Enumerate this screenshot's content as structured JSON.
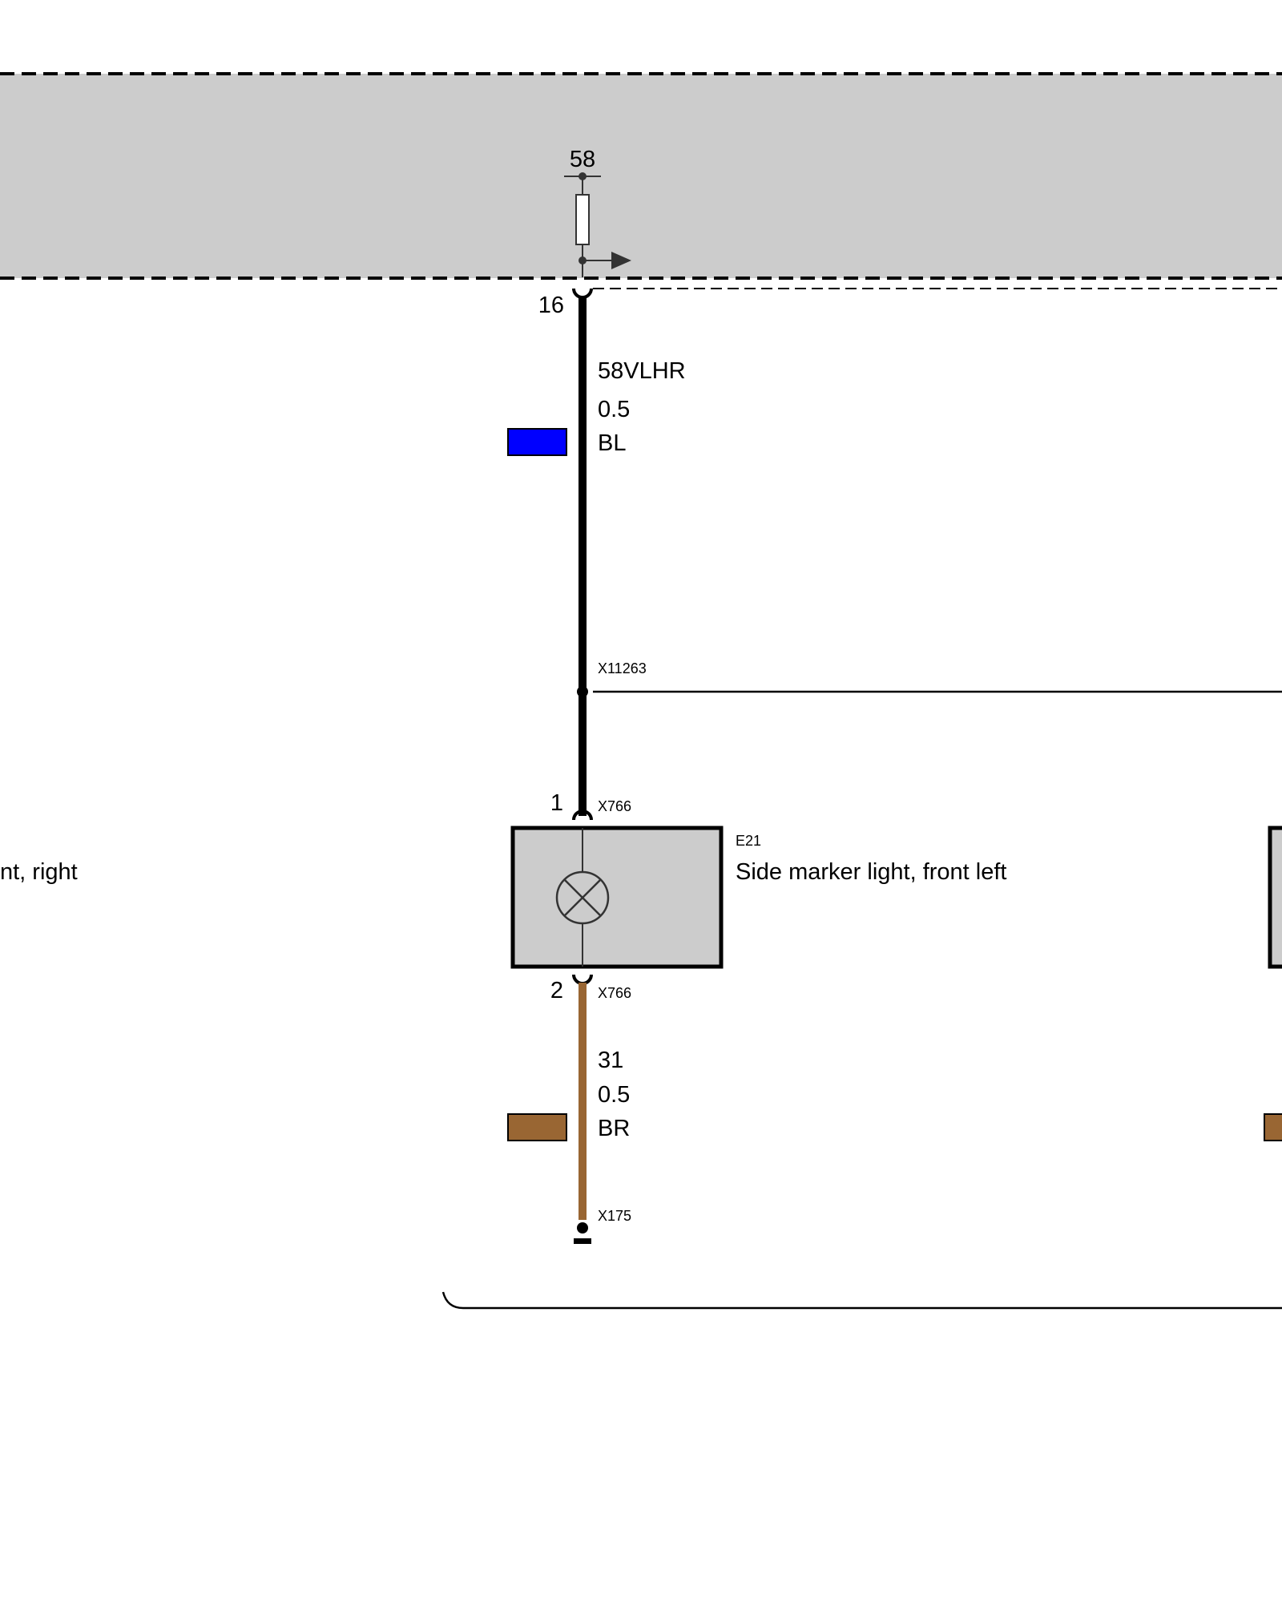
{
  "control_module": {
    "terminal": "58",
    "pin": "16"
  },
  "wire_upper": {
    "signal": "58VLHR",
    "gauge": "0.5",
    "color_code": "BL",
    "color_hex": "#0000ff"
  },
  "splice": {
    "id": "X11263"
  },
  "component": {
    "id": "E21",
    "name": "Side marker light, front left",
    "symbol": "lamp-icon",
    "top_pin": "1",
    "top_connector": "X766",
    "bottom_pin": "2",
    "bottom_connector": "X766"
  },
  "wire_lower": {
    "signal": "31",
    "gauge": "0.5",
    "color_code": "BR",
    "color_hex": "#996633"
  },
  "ground": {
    "id": "X175"
  },
  "neighbor_component": {
    "name_fragment": "nt, right"
  },
  "colors": {
    "module_fill": "#cccccc",
    "component_fill": "#cccccc",
    "line": "#000000"
  }
}
